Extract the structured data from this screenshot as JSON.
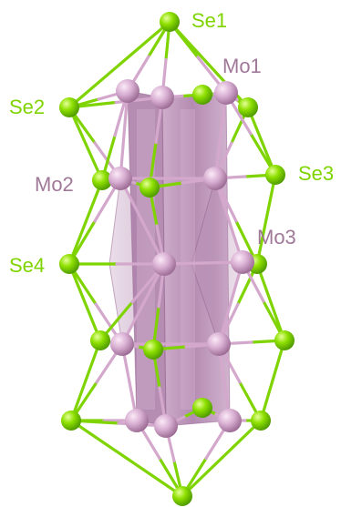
{
  "labels": {
    "se1": "Se1",
    "mo1": "Mo1",
    "se2": "Se2",
    "mo2": "Mo2",
    "se3": "Se3",
    "mo3": "Mo3",
    "se4": "Se4"
  },
  "colors": {
    "selenium": "#7fd400",
    "molybdenum": "#d4a8cc",
    "polyhedron": "#b98fb6",
    "se_label": "#7fd400",
    "mo_label": "#a07898"
  }
}
